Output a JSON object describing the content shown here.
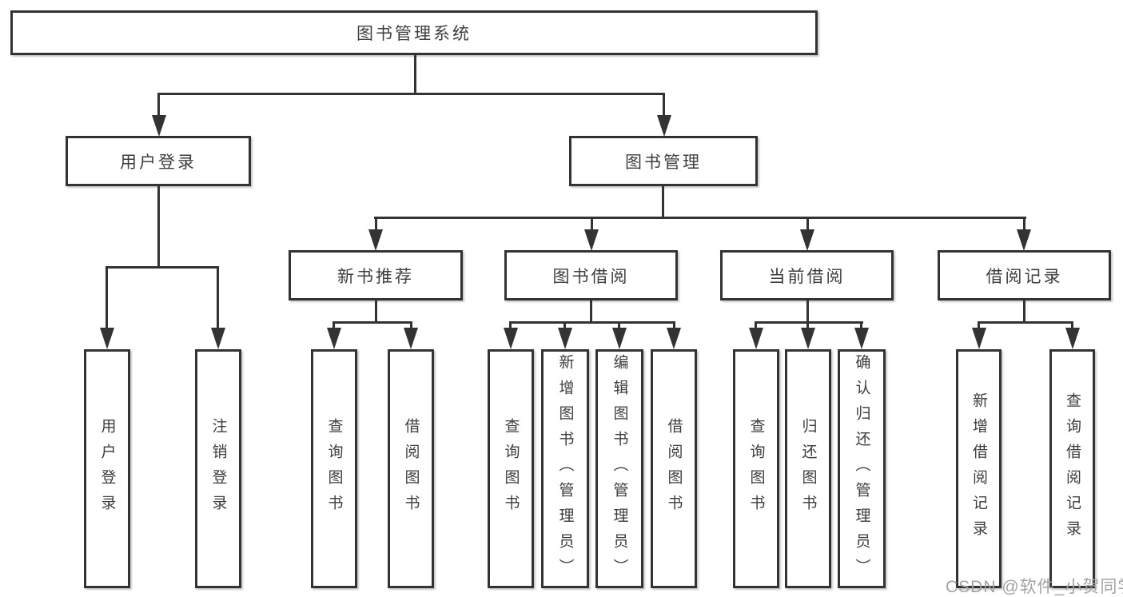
{
  "tree": {
    "label": "图书管理系统",
    "children": [
      {
        "label": "用户登录",
        "children": [
          {
            "label": "用户登录"
          },
          {
            "label": "注销登录"
          }
        ]
      },
      {
        "label": "图书管理",
        "children": [
          {
            "label": "新书推荐",
            "children": [
              {
                "label": "查询图书"
              },
              {
                "label": "借阅图书"
              }
            ]
          },
          {
            "label": "图书借阅",
            "children": [
              {
                "label": "查询图书"
              },
              {
                "label": "新增图书（管理员）"
              },
              {
                "label": "编辑图书（管理员）"
              },
              {
                "label": "借阅图书"
              }
            ]
          },
          {
            "label": "当前借阅",
            "children": [
              {
                "label": "查询图书"
              },
              {
                "label": "归还图书"
              },
              {
                "label": "确认归还（管理员）"
              }
            ]
          },
          {
            "label": "借阅记录",
            "children": [
              {
                "label": "新增借阅记录"
              },
              {
                "label": "查询借阅记录"
              }
            ]
          }
        ]
      }
    ]
  },
  "watermark": {
    "text": "CSDN @软件_小贺同学"
  },
  "colors": {
    "line": "#333333",
    "text": "#3d3d3d",
    "background": "#ffffff",
    "watermark": "#a3a3a3"
  }
}
